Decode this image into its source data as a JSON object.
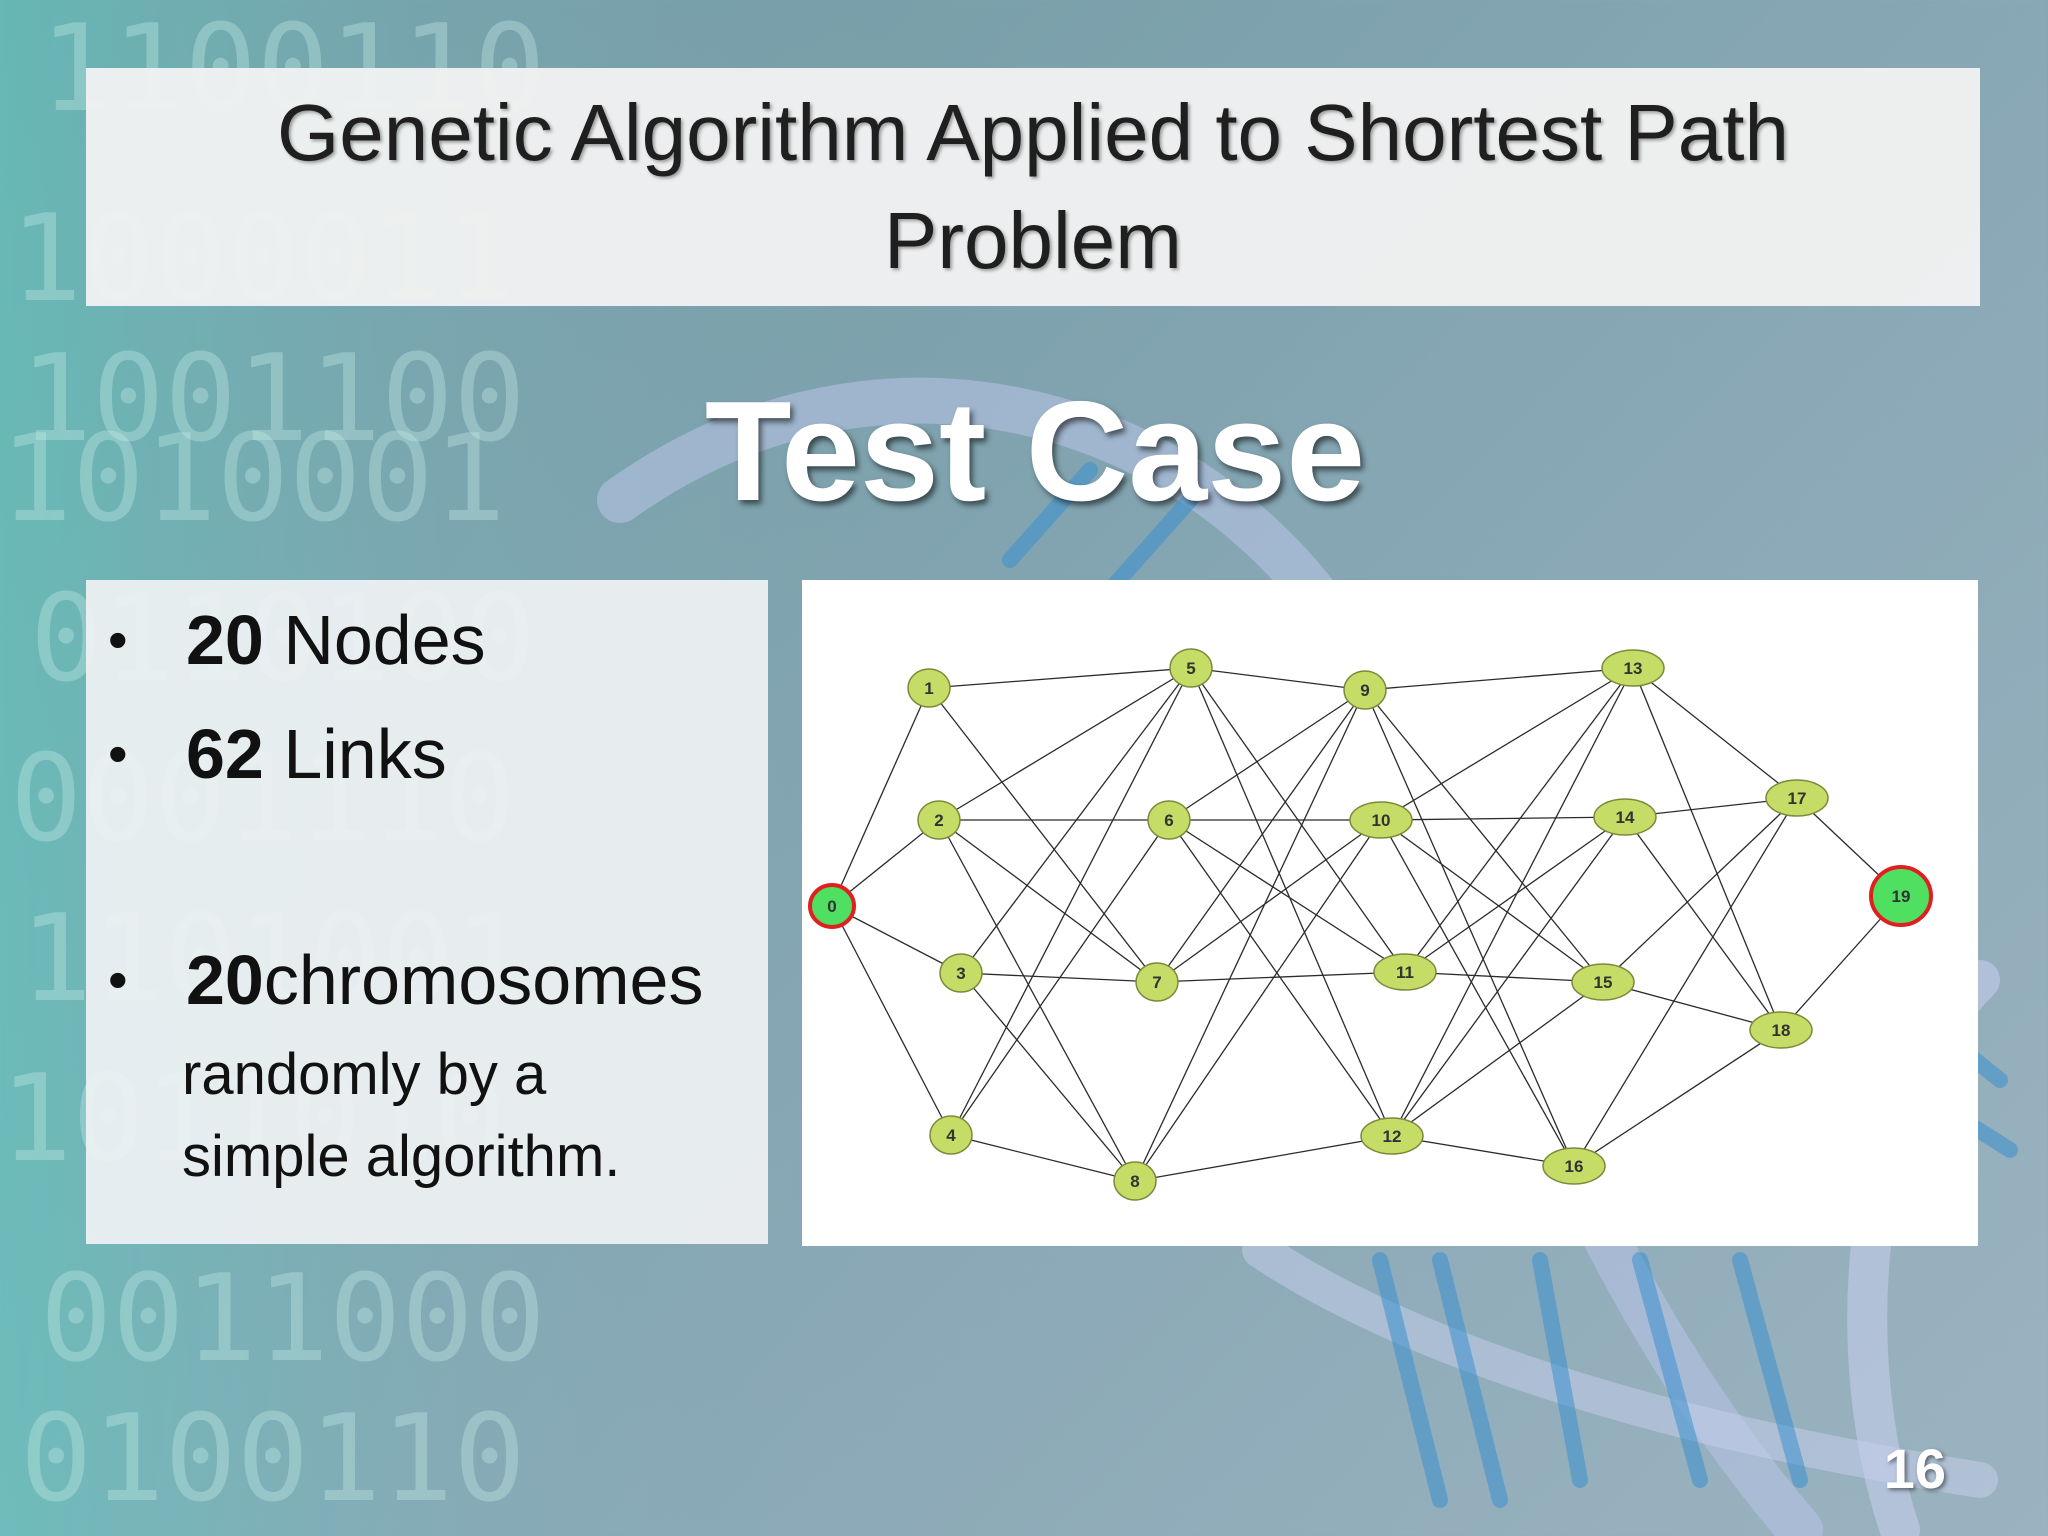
{
  "slide": {
    "title": "Genetic Algorithm Applied to Shortest Path Problem",
    "subtitle": "Test Case",
    "page_number": "16"
  },
  "bullets": [
    {
      "number": "20",
      "text": " Nodes"
    },
    {
      "number": "62",
      "text": " Links"
    },
    {
      "number": "20",
      "text": "chromosomes"
    }
  ],
  "bullet_subtext": [
    "randomly by a",
    "simple algorithm."
  ],
  "graph": {
    "node_color": "#c5dc66",
    "endpoint_fill": "#4fe061",
    "endpoint_border": "#e02020",
    "nodes": [
      {
        "id": "0",
        "label": "0"
      },
      {
        "id": "1",
        "label": "1"
      },
      {
        "id": "2",
        "label": "2"
      },
      {
        "id": "3",
        "label": "3"
      },
      {
        "id": "4",
        "label": "4"
      },
      {
        "id": "5",
        "label": "5"
      },
      {
        "id": "6",
        "label": "6"
      },
      {
        "id": "7",
        "label": "7"
      },
      {
        "id": "8",
        "label": "8"
      },
      {
        "id": "9",
        "label": "9"
      },
      {
        "id": "10",
        "label": "10"
      },
      {
        "id": "11",
        "label": "11"
      },
      {
        "id": "12",
        "label": "12"
      },
      {
        "id": "13",
        "label": "13"
      },
      {
        "id": "14",
        "label": "14"
      },
      {
        "id": "15",
        "label": "15"
      },
      {
        "id": "16",
        "label": "16"
      },
      {
        "id": "17",
        "label": "17"
      },
      {
        "id": "18",
        "label": "18"
      },
      {
        "id": "19",
        "label": "19"
      }
    ],
    "endpoints": [
      "0",
      "19"
    ],
    "edges": [
      [
        "0",
        "1"
      ],
      [
        "0",
        "2"
      ],
      [
        "0",
        "3"
      ],
      [
        "0",
        "4"
      ],
      [
        "1",
        "5"
      ],
      [
        "1",
        "7"
      ],
      [
        "2",
        "6"
      ],
      [
        "2",
        "7"
      ],
      [
        "2",
        "8"
      ],
      [
        "2",
        "5"
      ],
      [
        "3",
        "7"
      ],
      [
        "3",
        "8"
      ],
      [
        "3",
        "5"
      ],
      [
        "4",
        "8"
      ],
      [
        "4",
        "6"
      ],
      [
        "4",
        "5"
      ],
      [
        "5",
        "9"
      ],
      [
        "5",
        "11"
      ],
      [
        "5",
        "12"
      ],
      [
        "6",
        "10"
      ],
      [
        "6",
        "9"
      ],
      [
        "6",
        "11"
      ],
      [
        "6",
        "12"
      ],
      [
        "7",
        "11"
      ],
      [
        "7",
        "9"
      ],
      [
        "7",
        "10"
      ],
      [
        "8",
        "12"
      ],
      [
        "8",
        "10"
      ],
      [
        "8",
        "9"
      ],
      [
        "9",
        "13"
      ],
      [
        "9",
        "15"
      ],
      [
        "9",
        "16"
      ],
      [
        "10",
        "14"
      ],
      [
        "10",
        "13"
      ],
      [
        "10",
        "15"
      ],
      [
        "10",
        "16"
      ],
      [
        "11",
        "15"
      ],
      [
        "11",
        "13"
      ],
      [
        "11",
        "14"
      ],
      [
        "12",
        "16"
      ],
      [
        "12",
        "13"
      ],
      [
        "12",
        "14"
      ],
      [
        "12",
        "15"
      ],
      [
        "13",
        "17"
      ],
      [
        "13",
        "18"
      ],
      [
        "14",
        "18"
      ],
      [
        "14",
        "17"
      ],
      [
        "15",
        "17"
      ],
      [
        "15",
        "18"
      ],
      [
        "16",
        "17"
      ],
      [
        "16",
        "18"
      ],
      [
        "17",
        "19"
      ],
      [
        "18",
        "19"
      ]
    ]
  }
}
